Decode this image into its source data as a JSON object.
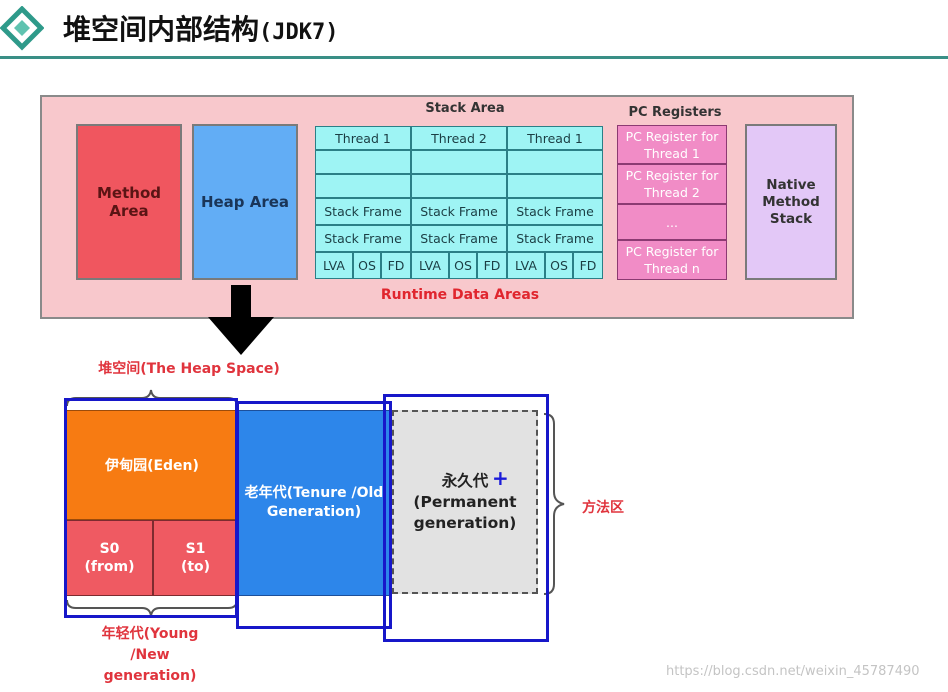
{
  "header": {
    "title": "堆空间内部结构",
    "subtitle": "(JDK7)",
    "accent_color": "#3a8f86",
    "logo_icon": "diamond-logo-icon"
  },
  "runtime": {
    "label": "Runtime Data Areas",
    "method_area": "Method Area",
    "heap_area": "Heap Area",
    "stack_title": "Stack Area",
    "pc_title": "PC Registers",
    "native_stack": "Native Method Stack",
    "thread_headers": [
      "Thread 1",
      "Thread 2",
      "Thread 1"
    ],
    "stack_frame": "Stack Frame",
    "lva": "LVA",
    "os": "OS",
    "fd": "FD",
    "pc_registers": [
      "PC Register for Thread 1",
      "PC Register for Thread 2",
      "...",
      "PC Register for Thread n"
    ]
  },
  "heap": {
    "heap_space_label": "堆空间(The Heap Space)",
    "eden": "伊甸园(Eden)",
    "s0_name": "S0",
    "s0_sub": "(from)",
    "s1_name": "S1",
    "s1_sub": "(to)",
    "tenure_line1": "老年代(Tenure /Old",
    "tenure_line2": "Generation)",
    "perm_line1": "永久代",
    "perm_line2": "(Permanent",
    "perm_line3": "generation)",
    "plus_icon": "plus-icon",
    "method_zone_label": "方法区",
    "young_line1": "年轻代(Young",
    "young_line2": "/New",
    "young_line3": "generation)"
  },
  "colors": {
    "method_area": "#f0565f",
    "heap_area": "#62adf5",
    "stack_cell": "#9ef4f4",
    "pc_register": "#f18cc6",
    "native_stack": "#e3c8f7",
    "runtime_bg": "#f8c8cc",
    "eden": "#f77b12",
    "survivor": "#ef5a62",
    "tenure": "#2d86ea",
    "permanent": "#e2e2e2",
    "highlight_frame": "#1717c9",
    "label_red": "#e0343d"
  },
  "watermark": "https://blog.csdn.net/weixin_45787490"
}
